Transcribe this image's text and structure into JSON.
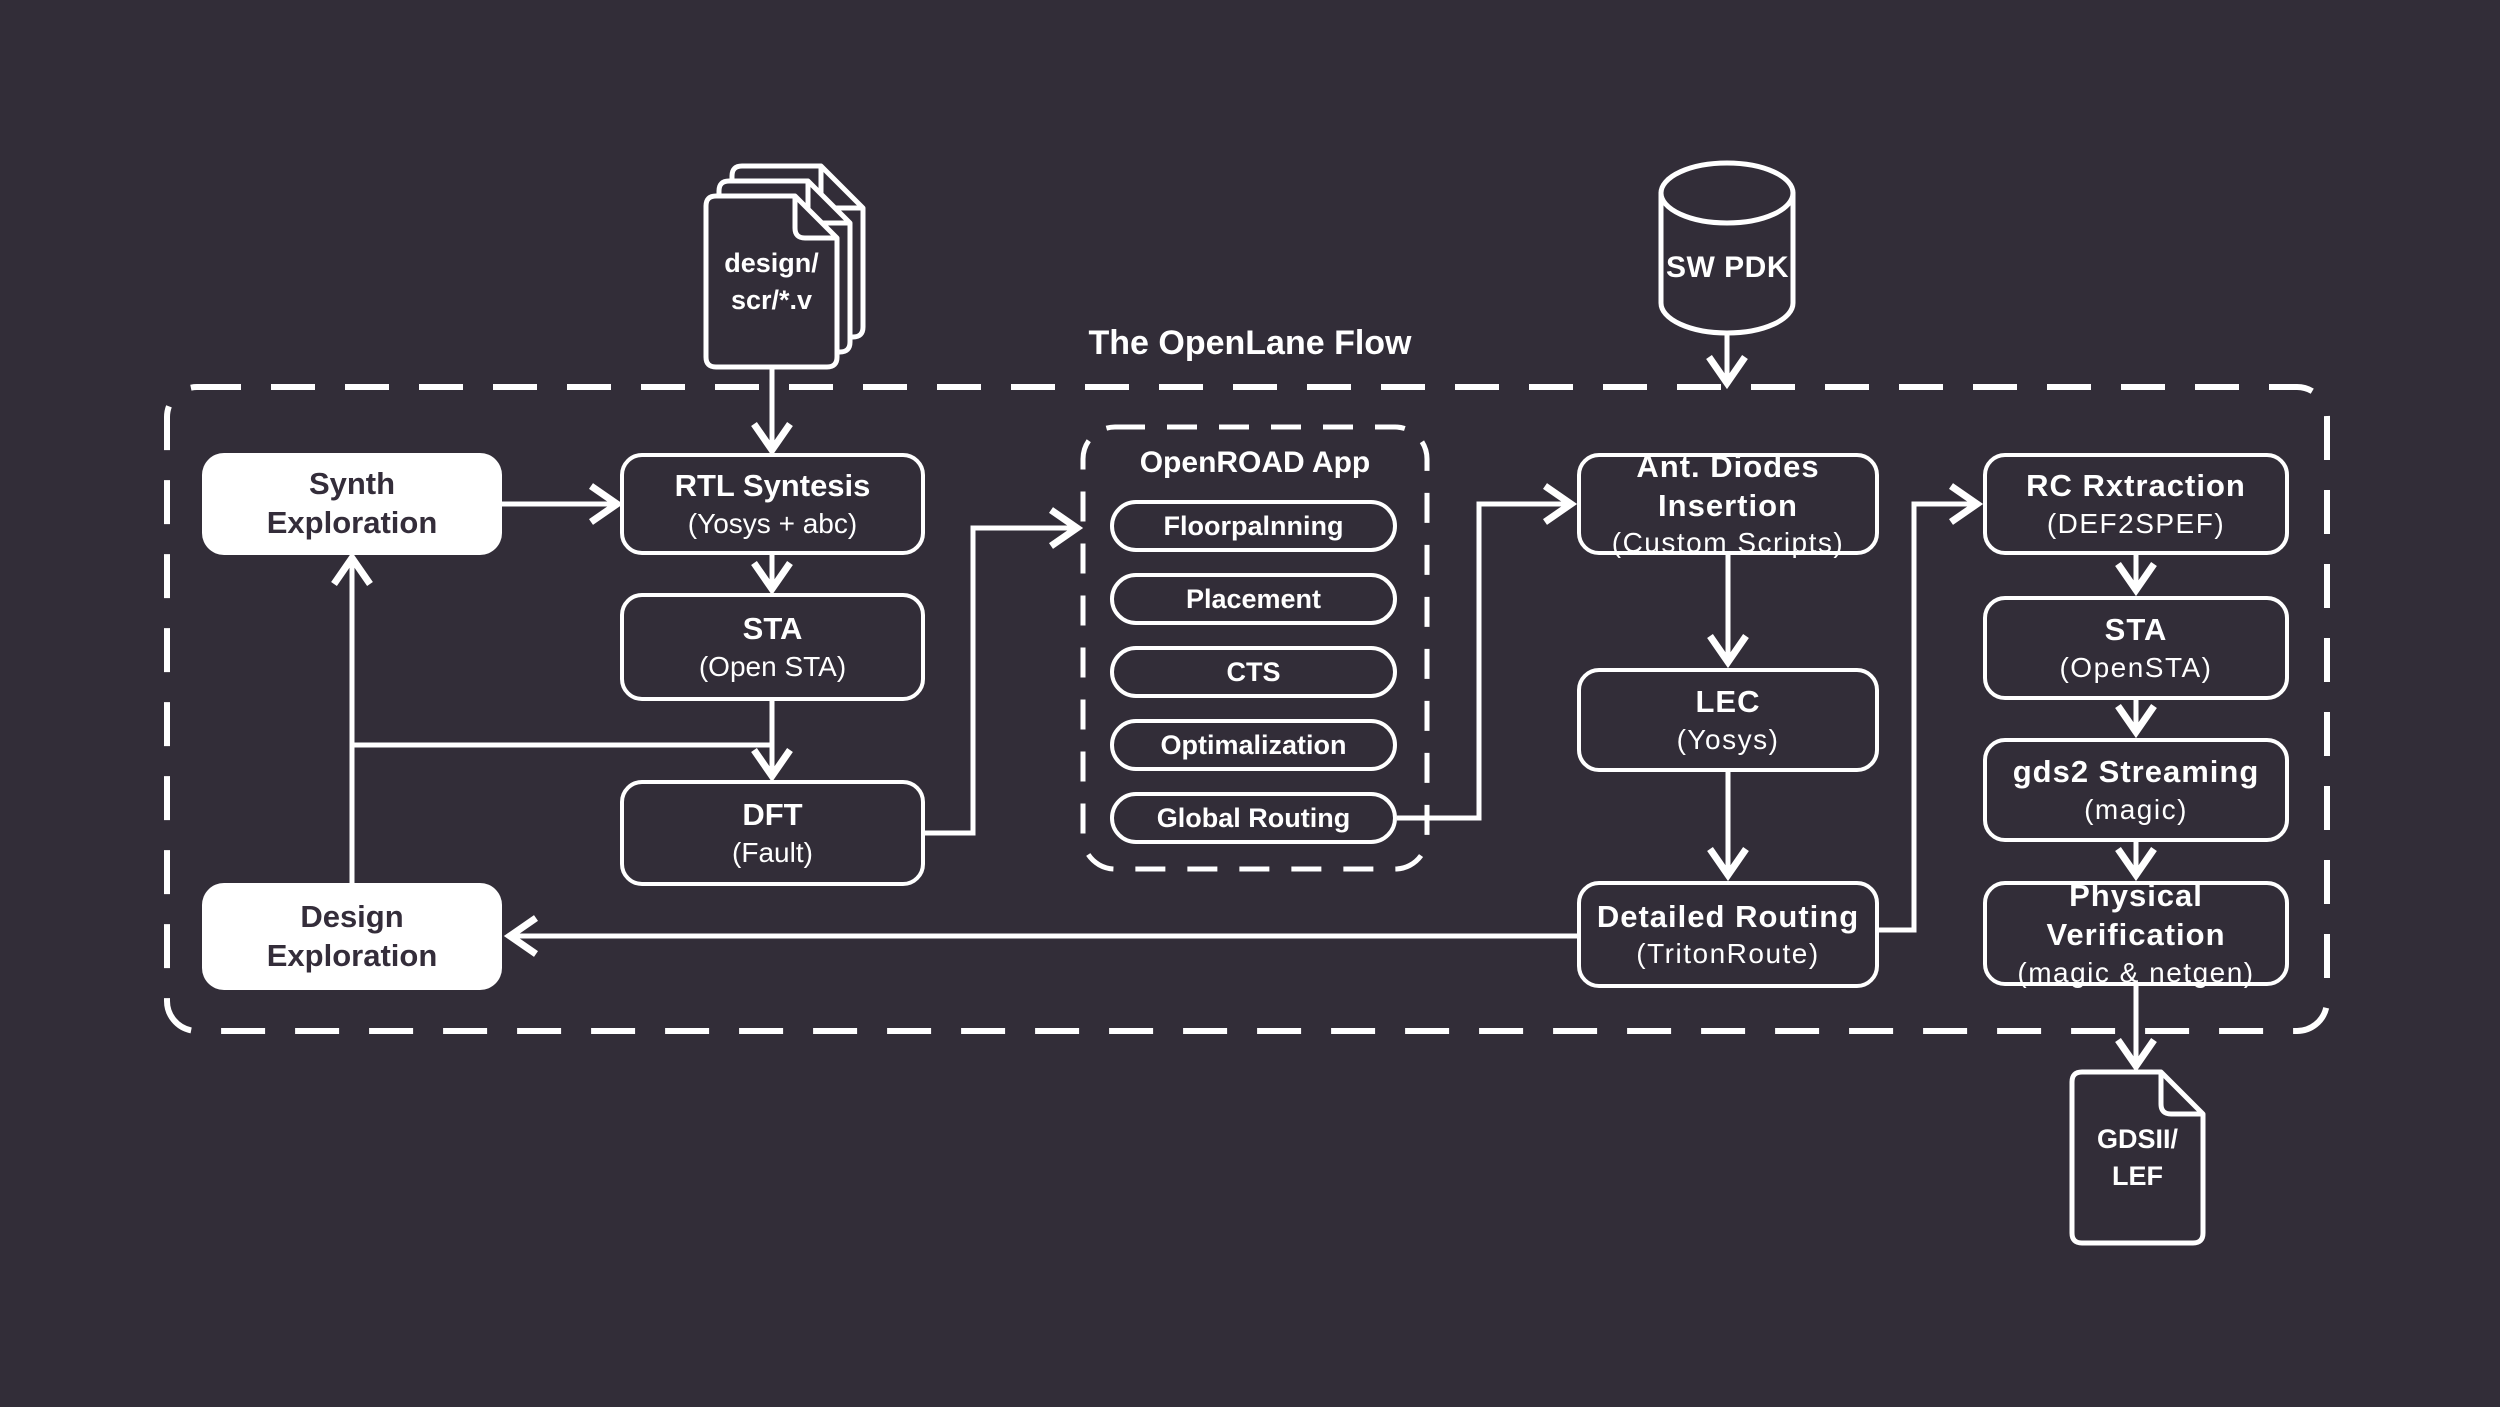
{
  "diagram": {
    "title": "The OpenLane Flow",
    "colors": {
      "background": "#322d38",
      "stroke": "#ffffff",
      "highlight_fill": "#ffffff",
      "highlight_text": "#342d3a"
    },
    "inputs": {
      "design_files": {
        "line1": "design/",
        "line2": "scr/*.v"
      },
      "pdk": {
        "label": "SW PDK"
      }
    },
    "nodes": {
      "synth_exploration": {
        "line1": "Synth",
        "line2": "Exploration"
      },
      "rtl_synthesis": {
        "title": "RTL Syntesis",
        "subtitle": "(Yosys + abc)"
      },
      "sta": {
        "title": "STA",
        "subtitle": "(Open STA)"
      },
      "dft": {
        "title": "DFT",
        "subtitle": "(Fault)"
      },
      "design_exploration": {
        "line1": "Design",
        "line2": "Exploration"
      },
      "ant_diodes": {
        "title": "Ant. Diodes Insertion",
        "subtitle": "(Custom Scripts)"
      },
      "lec": {
        "title": "LEC",
        "subtitle": "(Yosys)"
      },
      "detailed_routing": {
        "title": "Detailed Routing",
        "subtitle": "(TritonRoute)"
      },
      "rc_extraction": {
        "title": "RC Rxtraction",
        "subtitle": "(DEF2SPEF)"
      },
      "sta_signoff": {
        "title": "STA",
        "subtitle": "(OpenSTA)"
      },
      "gds2_streaming": {
        "title": "gds2 Streaming",
        "subtitle": "(magic)"
      },
      "physical_verification": {
        "title": "Physical Verification",
        "subtitle": "(magic & netgen)"
      }
    },
    "openroad": {
      "title": "OpenROAD App",
      "steps": [
        "Floorpalnning",
        "Placement",
        "CTS",
        "Optimalization",
        "Global Routing"
      ]
    },
    "output": {
      "gdsii": {
        "line1": "GDSII/",
        "line2": "LEF"
      }
    }
  }
}
